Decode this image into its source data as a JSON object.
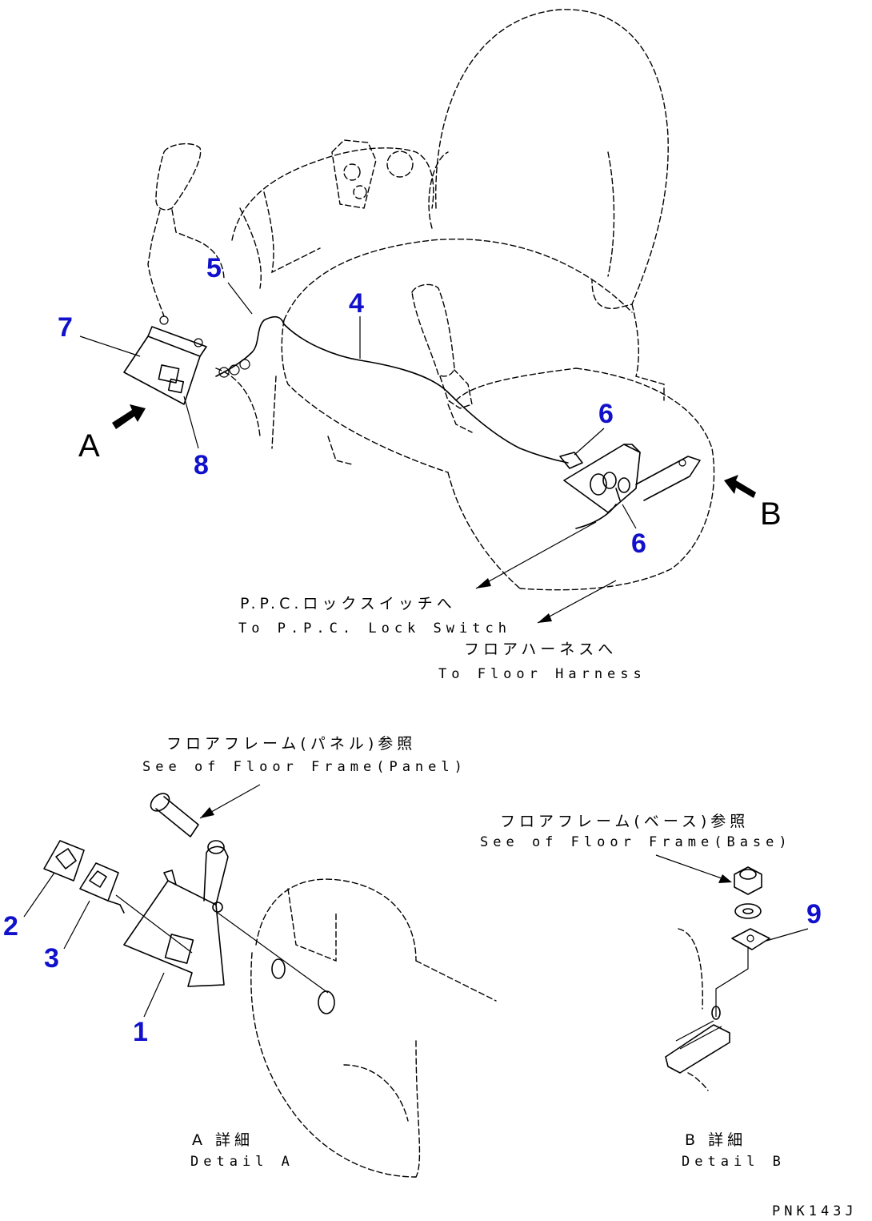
{
  "callouts": {
    "n1": "1",
    "n2": "2",
    "n3": "3",
    "n4": "4",
    "n5": "5",
    "n6a": "6",
    "n6b": "6",
    "n7": "7",
    "n8": "8",
    "n9": "9"
  },
  "view_labels": {
    "a": "A",
    "b": "B"
  },
  "notes": {
    "ppc_jp": "P.P.C.ロックスイッチへ",
    "ppc_en": "To P.P.C. Lock Switch",
    "floor_harness_jp": "フロアハーネスへ",
    "floor_harness_en": "To Floor Harness",
    "panel_jp": "フロアフレーム(パネル)参照",
    "panel_en": "See of Floor Frame(Panel)",
    "base_jp": "フロアフレーム(ベース)参照",
    "base_en": "See of Floor Frame(Base)",
    "detail_a_jp": "A 詳細",
    "detail_a_en": "Detail A",
    "detail_b_jp": "B 詳細",
    "detail_b_en": "Detail B"
  },
  "drawing_code": "PNK143J",
  "colors": {
    "callout": "#1111cc",
    "line": "#000000",
    "background": "#ffffff"
  }
}
